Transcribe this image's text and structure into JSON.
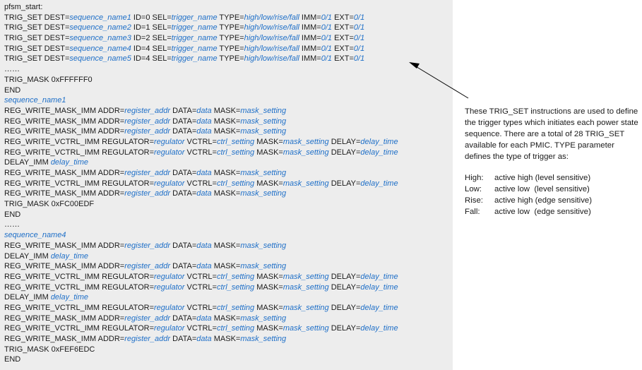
{
  "code_lines": [
    [
      {
        "t": "pfsm_start:"
      }
    ],
    [
      {
        "t": "TRIG_SET DEST="
      },
      {
        "t": "sequence_name1",
        "v": true
      },
      {
        "t": " ID=0 SEL="
      },
      {
        "t": "trigger_name",
        "v": true
      },
      {
        "t": " TYPE="
      },
      {
        "t": "high/low/rise/fall",
        "v": true
      },
      {
        "t": " IMM="
      },
      {
        "t": "0/1",
        "v": true
      },
      {
        "t": " EXT="
      },
      {
        "t": "0/1",
        "v": true
      }
    ],
    [
      {
        "t": "TRIG_SET DEST="
      },
      {
        "t": "sequence_name2",
        "v": true
      },
      {
        "t": " ID=1 SEL="
      },
      {
        "t": "trigger_name",
        "v": true
      },
      {
        "t": " TYPE="
      },
      {
        "t": "high/low/rise/fall",
        "v": true
      },
      {
        "t": " IMM="
      },
      {
        "t": "0/1",
        "v": true
      },
      {
        "t": " EXT="
      },
      {
        "t": "0/1",
        "v": true
      }
    ],
    [
      {
        "t": "TRIG_SET DEST="
      },
      {
        "t": "sequence_name3",
        "v": true
      },
      {
        "t": " ID=2 SEL="
      },
      {
        "t": "trigger_name",
        "v": true
      },
      {
        "t": " TYPE="
      },
      {
        "t": "high/low/rise/fall",
        "v": true
      },
      {
        "t": " IMM="
      },
      {
        "t": "0/1",
        "v": true
      },
      {
        "t": " EXT="
      },
      {
        "t": "0/1",
        "v": true
      }
    ],
    [
      {
        "t": "TRIG_SET DEST="
      },
      {
        "t": "sequence_name4",
        "v": true
      },
      {
        "t": " ID=4 SEL="
      },
      {
        "t": "trigger_name",
        "v": true
      },
      {
        "t": " TYPE="
      },
      {
        "t": "high/low/rise/fall",
        "v": true
      },
      {
        "t": " IMM="
      },
      {
        "t": "0/1",
        "v": true
      },
      {
        "t": " EXT="
      },
      {
        "t": "0/1",
        "v": true
      }
    ],
    [
      {
        "t": "TRIG_SET DEST="
      },
      {
        "t": "sequence_name5",
        "v": true
      },
      {
        "t": " ID=4 SEL="
      },
      {
        "t": "trigger_name",
        "v": true
      },
      {
        "t": " TYPE="
      },
      {
        "t": "high/low/rise/fall",
        "v": true
      },
      {
        "t": " IMM="
      },
      {
        "t": "0/1",
        "v": true
      },
      {
        "t": " EXT="
      },
      {
        "t": "0/1",
        "v": true
      }
    ],
    [
      {
        "t": "……"
      }
    ],
    [
      {
        "t": "TRIG_MASK 0xFFFFFF0"
      }
    ],
    [
      {
        "t": "END"
      }
    ],
    [
      {
        "t": "sequence_name1",
        "v": true
      }
    ],
    [
      {
        "t": "REG_WRITE_MASK_IMM ADDR="
      },
      {
        "t": "register_addr",
        "v": true
      },
      {
        "t": " DATA="
      },
      {
        "t": "data",
        "v": true
      },
      {
        "t": " MASK="
      },
      {
        "t": "mask_setting",
        "v": true
      }
    ],
    [
      {
        "t": "REG_WRITE_MASK_IMM ADDR="
      },
      {
        "t": "register_addr",
        "v": true
      },
      {
        "t": " DATA="
      },
      {
        "t": "data",
        "v": true
      },
      {
        "t": " MASK="
      },
      {
        "t": "mask_setting",
        "v": true
      }
    ],
    [
      {
        "t": "REG_WRITE_MASK_IMM ADDR="
      },
      {
        "t": "register_addr",
        "v": true
      },
      {
        "t": " DATA="
      },
      {
        "t": "data",
        "v": true
      },
      {
        "t": " MASK="
      },
      {
        "t": "mask_setting",
        "v": true
      }
    ],
    [
      {
        "t": "REG_WRITE_VCTRL_IMM REGULATOR="
      },
      {
        "t": "regulator",
        "v": true
      },
      {
        "t": " VCTRL="
      },
      {
        "t": "ctrl_setting",
        "v": true
      },
      {
        "t": " MASK="
      },
      {
        "t": "mask_setting",
        "v": true
      },
      {
        "t": " DELAY="
      },
      {
        "t": "delay_time",
        "v": true
      }
    ],
    [
      {
        "t": "REG_WRITE_VCTRL_IMM REGULATOR="
      },
      {
        "t": "regulator",
        "v": true
      },
      {
        "t": " VCTRL="
      },
      {
        "t": "ctrl_setting",
        "v": true
      },
      {
        "t": " MASK="
      },
      {
        "t": "mask_setting",
        "v": true
      },
      {
        "t": " DELAY="
      },
      {
        "t": "delay_time",
        "v": true
      }
    ],
    [
      {
        "t": "DELAY_IMM "
      },
      {
        "t": "delay_time",
        "v": true
      }
    ],
    [
      {
        "t": "REG_WRITE_MASK_IMM ADDR="
      },
      {
        "t": "register_addr",
        "v": true
      },
      {
        "t": " DATA="
      },
      {
        "t": "data",
        "v": true
      },
      {
        "t": " MASK="
      },
      {
        "t": "mask_setting",
        "v": true
      }
    ],
    [
      {
        "t": "REG_WRITE_VCTRL_IMM REGULATOR="
      },
      {
        "t": "regulator",
        "v": true
      },
      {
        "t": " VCTRL="
      },
      {
        "t": "ctrl_setting",
        "v": true
      },
      {
        "t": " MASK="
      },
      {
        "t": "mask_setting",
        "v": true
      },
      {
        "t": " DELAY="
      },
      {
        "t": "delay_time",
        "v": true
      }
    ],
    [
      {
        "t": "REG_WRITE_MASK_IMM ADDR="
      },
      {
        "t": "register_addr",
        "v": true
      },
      {
        "t": " DATA="
      },
      {
        "t": "data",
        "v": true
      },
      {
        "t": " MASK="
      },
      {
        "t": "mask_setting",
        "v": true
      }
    ],
    [
      {
        "t": "TRIG_MASK 0xFC00EDF"
      }
    ],
    [
      {
        "t": "END"
      }
    ],
    [
      {
        "t": "……"
      }
    ],
    [
      {
        "t": "sequence_name4",
        "v": true
      }
    ],
    [
      {
        "t": "REG_WRITE_MASK_IMM ADDR="
      },
      {
        "t": "register_addr",
        "v": true
      },
      {
        "t": " DATA="
      },
      {
        "t": "data",
        "v": true
      },
      {
        "t": " MASK="
      },
      {
        "t": "mask_setting",
        "v": true
      }
    ],
    [
      {
        "t": "DELAY_IMM "
      },
      {
        "t": "delay_time",
        "v": true
      }
    ],
    [
      {
        "t": "REG_WRITE_MASK_IMM ADDR="
      },
      {
        "t": "register_addr",
        "v": true
      },
      {
        "t": " DATA="
      },
      {
        "t": "data",
        "v": true
      },
      {
        "t": " MASK="
      },
      {
        "t": "mask_setting",
        "v": true
      }
    ],
    [
      {
        "t": "REG_WRITE_VCTRL_IMM REGULATOR="
      },
      {
        "t": "regulator",
        "v": true
      },
      {
        "t": " VCTRL="
      },
      {
        "t": "ctrl_setting",
        "v": true
      },
      {
        "t": " MASK="
      },
      {
        "t": "mask_setting",
        "v": true
      },
      {
        "t": " DELAY="
      },
      {
        "t": "delay_time",
        "v": true
      }
    ],
    [
      {
        "t": "REG_WRITE_VCTRL_IMM REGULATOR="
      },
      {
        "t": "regulator",
        "v": true
      },
      {
        "t": " VCTRL="
      },
      {
        "t": "ctrl_setting",
        "v": true
      },
      {
        "t": " MASK="
      },
      {
        "t": "mask_setting",
        "v": true
      },
      {
        "t": " DELAY="
      },
      {
        "t": "delay_time",
        "v": true
      }
    ],
    [
      {
        "t": "DELAY_IMM "
      },
      {
        "t": "delay_time",
        "v": true
      }
    ],
    [
      {
        "t": "REG_WRITE_VCTRL_IMM REGULATOR="
      },
      {
        "t": "regulator",
        "v": true
      },
      {
        "t": " VCTRL="
      },
      {
        "t": "ctrl_setting",
        "v": true
      },
      {
        "t": " MASK="
      },
      {
        "t": "mask_setting",
        "v": true
      },
      {
        "t": " DELAY="
      },
      {
        "t": "delay_time",
        "v": true
      }
    ],
    [
      {
        "t": "REG_WRITE_MASK_IMM ADDR="
      },
      {
        "t": "register_addr",
        "v": true
      },
      {
        "t": " DATA="
      },
      {
        "t": "data",
        "v": true
      },
      {
        "t": " MASK="
      },
      {
        "t": "mask_setting",
        "v": true
      }
    ],
    [
      {
        "t": "REG_WRITE_VCTRL_IMM REGULATOR="
      },
      {
        "t": "regulator",
        "v": true
      },
      {
        "t": " VCTRL="
      },
      {
        "t": "ctrl_setting",
        "v": true
      },
      {
        "t": " MASK="
      },
      {
        "t": "mask_setting",
        "v": true
      },
      {
        "t": " DELAY="
      },
      {
        "t": "delay_time",
        "v": true
      }
    ],
    [
      {
        "t": "REG_WRITE_MASK_IMM ADDR="
      },
      {
        "t": "register_addr",
        "v": true
      },
      {
        "t": " DATA="
      },
      {
        "t": "data",
        "v": true
      },
      {
        "t": " MASK="
      },
      {
        "t": "mask_setting",
        "v": true
      }
    ],
    [
      {
        "t": "TRIG_MASK 0xFEF6EDC"
      }
    ],
    [
      {
        "t": "END"
      }
    ]
  ],
  "note": {
    "paragraph": "These TRIG_SET instructions are used to define the trigger types which initiates each power state sequence.  There are a total of 28 TRIG_SET available for each PMIC. TYPE parameter defines the type of trigger as:",
    "trigger_types": [
      {
        "key": "High:",
        "desc": "active high (level sensitive)"
      },
      {
        "key": "Low:",
        "desc": "active low  (level sensitive)"
      },
      {
        "key": "Rise:",
        "desc": "active high (edge sensitive)"
      },
      {
        "key": "Fall:",
        "desc": "active low  (edge sensitive)"
      }
    ]
  },
  "colors": {
    "panel_background": "#ededed",
    "variable_text": "#2070c8",
    "plain_text": "#1a1a1a"
  }
}
